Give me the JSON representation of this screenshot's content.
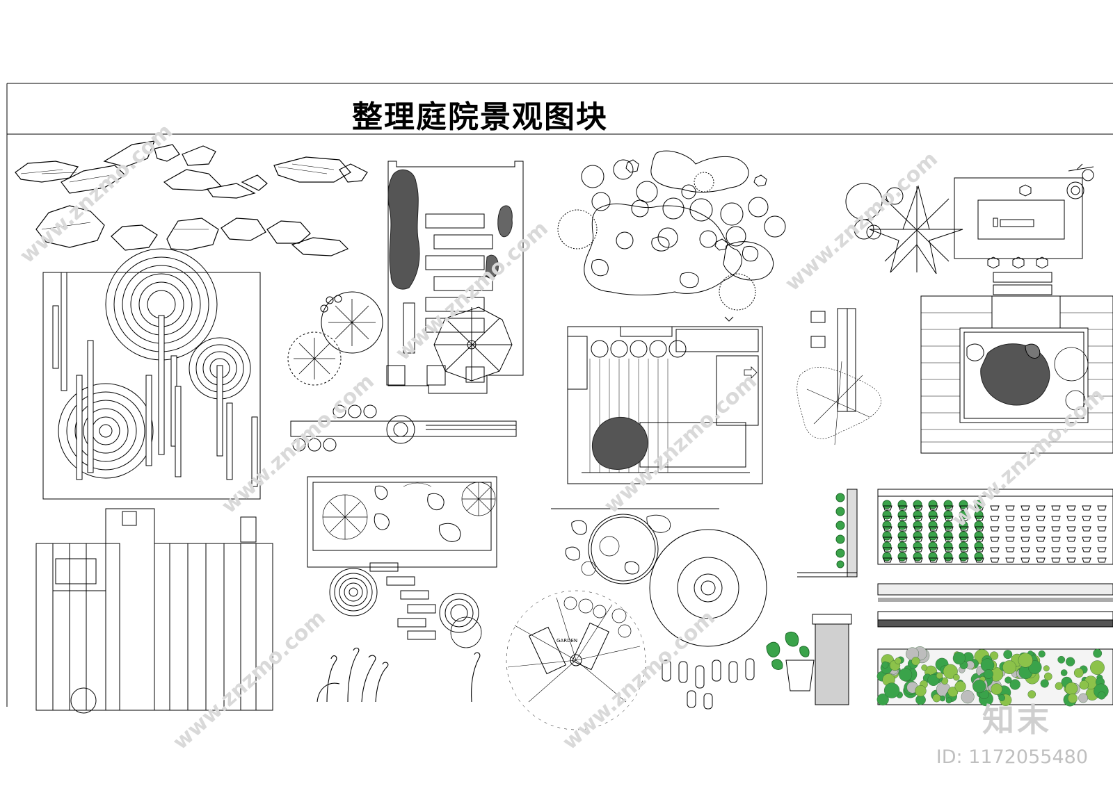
{
  "title": "整理庭院景观图块",
  "watermark": {
    "site": "www.znzmo.com",
    "brand": "知末",
    "id": "ID: 1172055480"
  },
  "labels": {
    "garden": "GARDEN"
  },
  "colors": {
    "line": "#000000",
    "foliage_green": "#3aa34a",
    "light_green": "#8cc24a",
    "wall_gray": "#c8c8c8",
    "watermark": "#d4d4d4"
  }
}
